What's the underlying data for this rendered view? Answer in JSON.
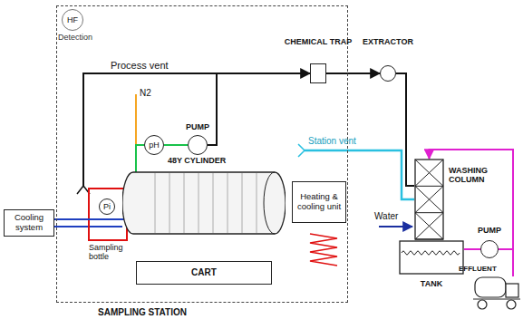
{
  "diagram": {
    "nodes": [
      {
        "text": [
          "SAMPLING STATION"
        ]
      },
      {
        "text": [
          "HF",
          "Detection"
        ],
        "in": 0
      },
      {
        "text": [
          "pH"
        ],
        "in": 0
      },
      {
        "text": [
          "PUMP"
        ],
        "in": 0
      },
      {
        "text": [
          "48Y CYLINDER"
        ],
        "in": 0
      },
      {
        "text": [
          "Pi"
        ],
        "in": 0
      },
      {
        "text": [
          "CART"
        ],
        "in": 0
      },
      {
        "text": [
          "Heating & cooling unit"
        ],
        "in": 0
      },
      {
        "text": [
          "Cooling system"
        ]
      },
      {
        "text": [
          "CHEMICAL TRAP"
        ]
      },
      {
        "text": [
          "EXTRACTOR"
        ]
      },
      {
        "text": [
          "WASHING COLUMN"
        ]
      },
      {
        "text": [
          "TANK"
        ]
      },
      {
        "text": [
          "PUMP"
        ]
      }
    ],
    "edges": [
      {
        "from": 8,
        "to": 4,
        "arrow": "none"
      },
      {
        "from": 4,
        "to": 2,
        "arrow": "none"
      },
      {
        "from": 2,
        "to": 3,
        "arrow": "none"
      },
      {
        "from": 3,
        "to": 9,
        "arrow": "to"
      },
      {
        "from": 9,
        "to": 10,
        "arrow": "to"
      },
      {
        "from": 10,
        "to": 11,
        "arrow": "none"
      },
      {
        "from": 12,
        "to": 13,
        "arrow": "none"
      },
      {
        "from": 13,
        "to": 11,
        "arrow": "to"
      }
    ],
    "labels": [
      "Process vent",
      "N2",
      "Station vent",
      "Sampling bottle",
      "Water",
      "EFFLUENT"
    ]
  }
}
